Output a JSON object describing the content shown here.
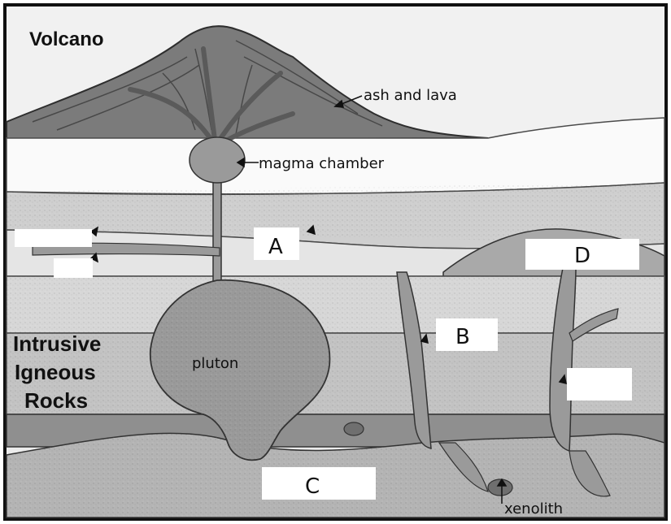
{
  "diagram": {
    "title": "Volcano",
    "side_label_lines": [
      "Intrusive",
      "Igneous",
      "Rocks"
    ],
    "labels": {
      "ash_and_lava": "ash and lava",
      "magma_chamber": "magma chamber",
      "pluton": "pluton",
      "xenolith": "xenolith"
    },
    "answer_boxes": {
      "a": "A",
      "b": "B",
      "c": "C",
      "d": "D",
      "left_upper": "",
      "left_lower": "",
      "right_mid": ""
    },
    "colors": {
      "background_layer": "#f2f2f2",
      "light_layer": "#e3e3e3",
      "mid_layer": "#cfcfcf",
      "dark_layer": "#8f8f8f",
      "ground": "#b4b4b4",
      "magma": "#9a9a9a",
      "volcano": "#7b7b7b",
      "outline": "#2e2e2e",
      "text": "#111111"
    }
  }
}
